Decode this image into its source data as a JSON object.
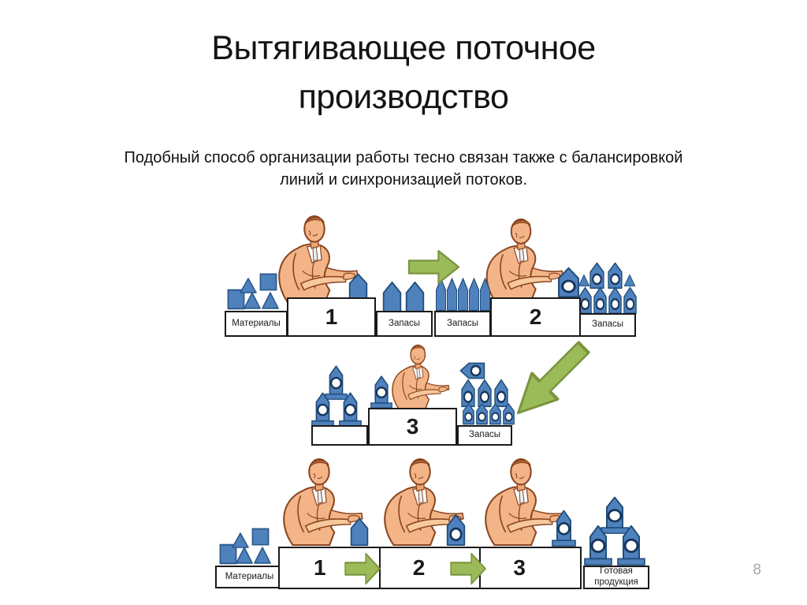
{
  "slide": {
    "title_lines": [
      "Вытягивающее поточное",
      "производство"
    ],
    "subtitle_lines": [
      "Подобный способ организации работы тесно связан также с балансировкой",
      "линий и синхронизацией потоков."
    ],
    "page_number": "8"
  },
  "colors": {
    "piece_blue": "#4F81BD",
    "piece_border": "#1F4E79",
    "arrow_green": "#9BBB59",
    "arrow_border": "#7A943E",
    "worker_skin": "#F3B488",
    "worker_outline": "#8A4520"
  },
  "icons": {
    "worker": "worker-icon",
    "arrow_right": "flow-arrow-right-icon",
    "arrow_down_left": "flow-arrow-down-left-icon",
    "part_house": "part-house-icon",
    "part_house_hole": "part-house-hole-icon",
    "part_rocket": "part-rocket-icon",
    "material_block": "material-block-icon"
  },
  "diagram": {
    "row1": {
      "materials_label": "Материалы",
      "station1_number": "1",
      "stock_a_label": "Запасы",
      "stock_b_label": "Запасы",
      "station2_number": "2",
      "stock_c_label": "Запасы"
    },
    "row2": {
      "station3_number": "3",
      "stock_label": "Запасы"
    },
    "row3": {
      "materials_label": "Материалы",
      "station1_number": "1",
      "station2_number": "2",
      "station3_number": "3",
      "finished_label": "Готовая продукция"
    }
  }
}
